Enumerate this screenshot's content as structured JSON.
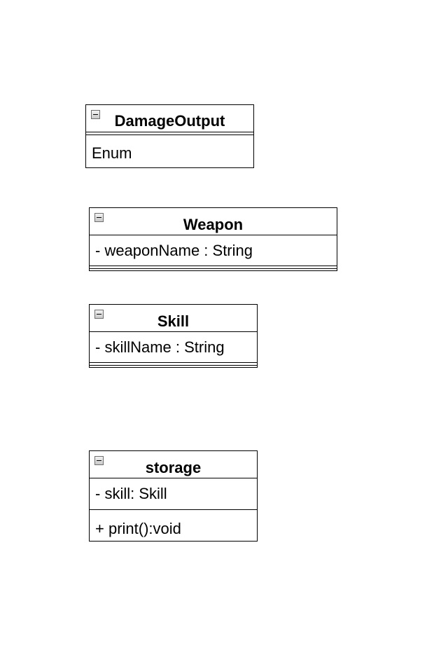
{
  "classes": [
    {
      "id": "damage-output",
      "name": "DamageOutput",
      "body": "Enum"
    },
    {
      "id": "weapon",
      "name": "Weapon",
      "attributes": [
        "- weaponName : String"
      ],
      "operations": []
    },
    {
      "id": "skill",
      "name": "Skill",
      "attributes": [
        "- skillName : String"
      ],
      "operations": []
    },
    {
      "id": "storage",
      "name": "storage",
      "attributes": [
        "- skill: Skill"
      ],
      "operations": [
        "+ print():void"
      ]
    }
  ],
  "icons": {
    "collapse": "collapse-minus-icon"
  }
}
